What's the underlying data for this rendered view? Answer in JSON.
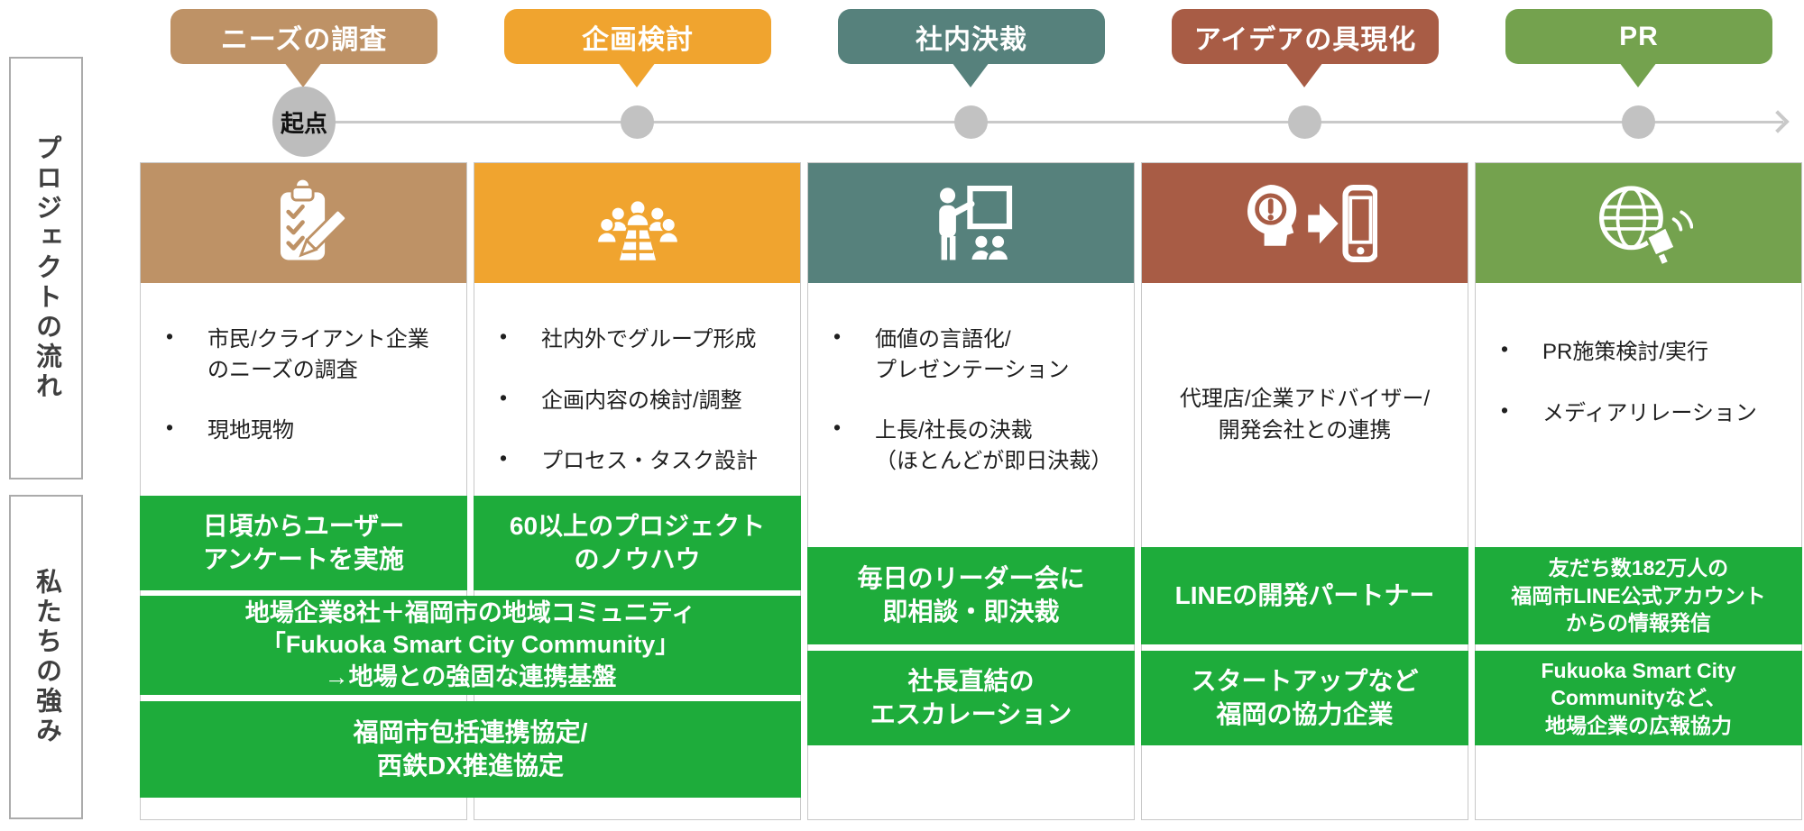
{
  "sidebar": {
    "flow_label": "プロジェクトの流れ",
    "strengths_label": "私たちの強み"
  },
  "timeline": {
    "origin_label": "起点",
    "line_color": "#c9c9c9",
    "node_color": "#c2c2c2",
    "origin_color": "#bdbdbd"
  },
  "stages": [
    {
      "label": "ニーズの調査",
      "color": "#BE9266",
      "icon": "clipboard-checklist-icon",
      "bullets": [
        "市民/クライアント企業\nのニーズの調査",
        "現地現物"
      ]
    },
    {
      "label": "企画検討",
      "color": "#F0A42F",
      "icon": "meeting-table-icon",
      "bullets": [
        "社内外でグループ形成",
        "企画内容の検討/調整",
        "プロセス・タスク設計"
      ]
    },
    {
      "label": "社内決裁",
      "color": "#56817C",
      "icon": "presentation-board-icon",
      "bullets": [
        "価値の言語化/\nプレゼンテーション",
        "上長/社長の決裁\n（ほとんどが即日決裁）"
      ]
    },
    {
      "label": "アイデアの具現化",
      "color": "#A85C45",
      "icon": "idea-to-app-icon",
      "note": "代理店/企業アドバイザー/\n開発会社との連携"
    },
    {
      "label": "PR",
      "color": "#74A24E",
      "icon": "global-megaphone-icon",
      "bullets": [
        "PR施策検討/実行",
        "メディアリレーション"
      ]
    }
  ],
  "strengths": {
    "color": "#1EAC3B",
    "stage1_box": "日頃からユーザー\nアンケートを実施",
    "stage2_box": "60以上のプロジェクト\nのノウハウ",
    "wide_box_1": "地場企業8社＋福岡市の地域コミュニティ\n「Fukuoka Smart City Community」\n→地場との強固な連携基盤",
    "wide_box_2": "福岡市包括連携協定/\n西鉄DX推進協定",
    "stage3_box_1": "毎日のリーダー会に\n即相談・即決裁",
    "stage3_box_2": "社長直結の\nエスカレーション",
    "stage4_box_1": "LINEの開発パートナー",
    "stage4_box_2": "スタートアップなど\n福岡の協力企業",
    "stage5_box_1": "友だち数182万人の\n福岡市LINE公式アカウント\nからの情報発信",
    "stage5_box_2": "Fukuoka Smart City\nCommunityなど、\n地場企業の広報協力"
  }
}
